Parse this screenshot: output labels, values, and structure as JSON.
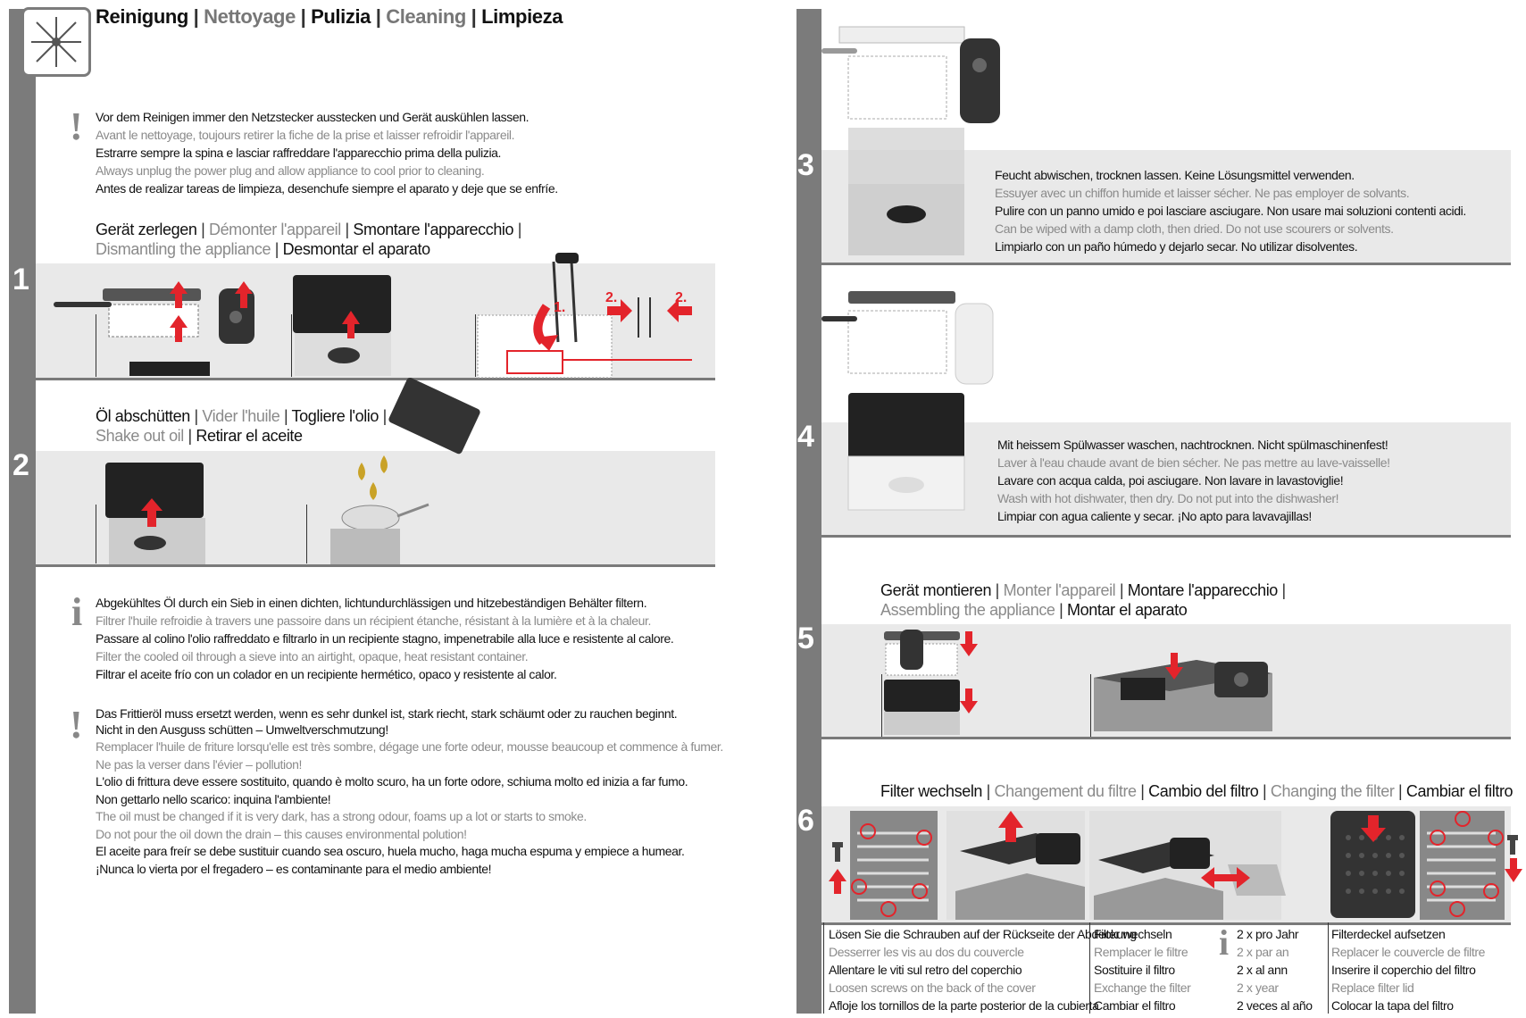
{
  "header": {
    "title_de": "Reinigung",
    "title_fr": "Nettoyage",
    "title_it": "Pulizia",
    "title_en": "Cleaning",
    "title_es": "Limpieza",
    "separator": "|"
  },
  "warning1": {
    "symbol": "!",
    "lines": [
      "Vor dem Reinigen immer den Netzstecker ausstecken und Gerät auskühlen lassen.",
      "Avant le nettoyage, toujours retirer la fiche de la prise et laisser refroidir l'appareil.",
      "Estrarre sempre la spina e lasciar raffreddare l'apparecchio prima della pulizia.",
      "Always unplug the power plug and allow appliance to cool prior to cleaning.",
      "Antes de realizar tareas de limpieza, desenchufe siempre el aparato y deje que se enfríe."
    ]
  },
  "step1": {
    "number": "1",
    "head_de": "Gerät zerlegen",
    "head_fr": "Démonter l'appareil",
    "head_it": "Smontare l'apparecchio",
    "head_en": "Dismantling the appliance",
    "head_es": "Desmontar el aparato",
    "label_1": "1.",
    "label_2a": "2.",
    "label_2b": "2."
  },
  "step2": {
    "number": "2",
    "head_de": "Öl abschütten",
    "head_fr": "Vider l'huile",
    "head_it": "Togliere l'olio",
    "head_en": "Shake out oil",
    "head_es": "Retirar el aceite"
  },
  "info": {
    "symbol": "i",
    "lines": [
      "Abgekühltes Öl durch ein Sieb in einen dichten, lichtundurchlässigen und hitzebeständigen Behälter filtern.",
      "Filtrer l'huile refroidie à travers une passoire dans un récipient étanche, résistant à la lumière et à la chaleur.",
      "Passare al colino l'olio raffreddato e filtrarlo in un recipiente stagno, impenetrabile alla luce e resistente al calore.",
      "Filter the cooled oil through a sieve into an airtight, opaque, heat resistant container.",
      "Filtrar el aceite frío con un colador en un recipiente hermético, opaco y resistente al calor."
    ]
  },
  "warning2": {
    "symbol": "!",
    "lines": [
      "Das Frittieröl muss ersetzt werden, wenn es sehr dunkel ist, stark riecht, stark schäumt oder zu rauchen beginnt.",
      "Nicht in den Ausguss schütten – Umweltverschmutzung!",
      "Remplacer l'huile de friture lorsqu'elle est très sombre, dégage une forte odeur, mousse beaucoup et commence à fumer.",
      "Ne pas la verser dans l'évier – pollution!",
      "L'olio di frittura deve essere sostituito, quando è molto scuro, ha un forte odore, schiuma molto ed inizia a far fumo.",
      "Non gettarlo nello scarico: inquina l'ambiente!",
      "The oil must be changed if it is very dark, has a strong odour, foams up a lot or starts to smoke.",
      "Do not pour the oil down the drain – this causes environmental polution!",
      "El aceite para freír se debe sustituir cuando sea oscuro, huela mucho, haga mucha espuma y empiece a humear.",
      "¡Nunca lo vierta por el fregadero – es contaminante para el medio ambiente!"
    ]
  },
  "step3": {
    "number": "3",
    "lines": [
      "Feucht abwischen, trocknen lassen. Keine Lösungsmittel verwenden.",
      "Essuyer avec un chiffon humide et laisser sécher. Ne pas employer de solvants.",
      "Pulire con un panno umido e poi lasciare asciugare. Non usare mai soluzioni contenti acidi.",
      "Can be wiped with a damp cloth, then dried. Do not use scourers or solvents.",
      "Limpiarlo con un paño húmedo y dejarlo secar. No utilizar disolventes."
    ]
  },
  "step4": {
    "number": "4",
    "lines": [
      "Mit heissem Spülwasser waschen, nachtrocknen. Nicht spülmaschinenfest!",
      "Laver à l'eau chaude avant de bien sécher. Ne pas mettre au lave-vaisselle!",
      "Lavare con acqua calda, poi asciugare. Non lavare in lavastoviglie!",
      "Wash with hot dishwater, then dry. Do not put into the dishwasher!",
      "Limpiar con agua caliente y secar. ¡No apto para lavavajillas!"
    ]
  },
  "step5": {
    "number": "5",
    "head_de": "Gerät montieren",
    "head_fr": "Monter l'appareil",
    "head_it": "Montare l'apparecchio",
    "head_en": "Assembling the appliance",
    "head_es": "Montar el aparato"
  },
  "step6": {
    "number": "6",
    "head_de": "Filter wechseln",
    "head_fr": "Changement du filtre",
    "head_it": "Cambio del filtro",
    "head_en": "Changing the filter",
    "head_es": "Cambiar el filtro",
    "col1": [
      "Lösen Sie die Schrauben auf der Rückseite der Abdeckung",
      "Desserrer les vis au dos du couvercle",
      "Allentare le viti sul retro del coperchio",
      "Loosen screws on the back of the cover",
      "Afloje los tornillos de la parte posterior de la cubierta"
    ],
    "col2": [
      "Filter wechseln",
      "Remplacer le filtre",
      "Sostituire il filtro",
      "Exchange the filter",
      "Cambiar el filtro"
    ],
    "info_symbol": "i",
    "col3": [
      "2 x pro Jahr",
      "2 x par an",
      "2 x al ann",
      "2 x year",
      "2 veces al año"
    ],
    "col4": [
      "Filterdeckel aufsetzen",
      "Replacer le couvercle de filtre",
      "Inserire il coperchio del filtro",
      "Replace filter lid",
      "Colocar la tapa del filtro"
    ]
  },
  "colors": {
    "bar": "#7b7b7b",
    "band": "#e9e9e9",
    "accent": "#e3242b",
    "muted": "#8a8a8a"
  }
}
